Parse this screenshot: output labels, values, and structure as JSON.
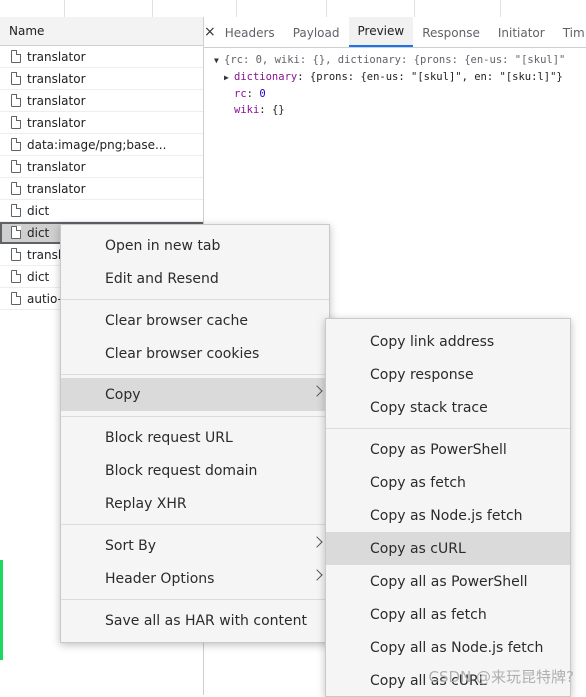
{
  "requests": {
    "header": "Name",
    "rows": [
      {
        "name": "translator"
      },
      {
        "name": "translator"
      },
      {
        "name": "translator"
      },
      {
        "name": "translator"
      },
      {
        "name": "data:image/png;base..."
      },
      {
        "name": "translator"
      },
      {
        "name": "translator"
      },
      {
        "name": "dict"
      },
      {
        "name": "dict",
        "selected": true
      },
      {
        "name": "transl"
      },
      {
        "name": "dict"
      },
      {
        "name": "autio-"
      }
    ]
  },
  "details": {
    "close_label": "×",
    "tabs": [
      "Headers",
      "Payload",
      "Preview",
      "Response",
      "Initiator",
      "Tim"
    ],
    "active_tab": "Preview",
    "preview": {
      "summary": "{rc: 0, wiki: {}, dictionary: {prons: {en-us: \"[skul]\"",
      "dictionary_key": "dictionary",
      "dictionary_val": "{prons: {en-us: \"[skul]\", en: \"[sku:l]\"}",
      "rc_key": "rc",
      "rc_val": "0",
      "wiki_key": "wiki",
      "wiki_val": "{}"
    }
  },
  "context_menu": {
    "items": [
      {
        "label": "Open in new tab"
      },
      {
        "label": "Edit and Resend"
      },
      {
        "label": "Clear browser cache"
      },
      {
        "label": "Clear browser cookies"
      },
      {
        "label": "Copy",
        "has_submenu": true,
        "highlighted": true
      },
      {
        "label": "Block request URL"
      },
      {
        "label": "Block request domain"
      },
      {
        "label": "Replay XHR"
      },
      {
        "label": "Sort By",
        "has_submenu": true
      },
      {
        "label": "Header Options",
        "has_submenu": true
      },
      {
        "label": "Save all as HAR with content"
      }
    ]
  },
  "copy_submenu": {
    "items": [
      {
        "label": "Copy link address"
      },
      {
        "label": "Copy response"
      },
      {
        "label": "Copy stack trace"
      },
      {
        "label": "Copy as PowerShell"
      },
      {
        "label": "Copy as fetch"
      },
      {
        "label": "Copy as Node.js fetch"
      },
      {
        "label": "Copy as cURL",
        "highlighted": true
      },
      {
        "label": "Copy all as PowerShell"
      },
      {
        "label": "Copy all as fetch"
      },
      {
        "label": "Copy all as Node.js fetch"
      },
      {
        "label": "Copy all as cURL"
      }
    ]
  },
  "watermark": "CSDN @来玩昆特牌?",
  "colors": {
    "selection_highlight": "#dadada",
    "active_tab_underline": "#1a73e8",
    "side_marker": "#1ed760"
  }
}
